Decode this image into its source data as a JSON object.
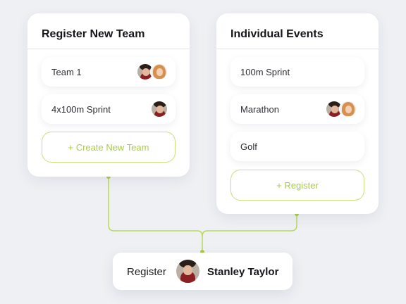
{
  "register_team": {
    "title": "Register New Team",
    "items": [
      {
        "label": "Team 1",
        "avatars": [
          "boy",
          "girl"
        ]
      },
      {
        "label": "4x100m Sprint",
        "avatars": [
          "boy"
        ]
      }
    ],
    "create_label": "+ Create New Team"
  },
  "individual_events": {
    "title": "Individual Events",
    "items": [
      {
        "label": "100m Sprint",
        "avatars": []
      },
      {
        "label": "Marathon",
        "avatars": [
          "boy",
          "girl"
        ]
      },
      {
        "label": "Golf",
        "avatars": []
      }
    ],
    "register_label": "+ Register"
  },
  "bottom": {
    "label": "Register",
    "name": "Stanley Taylor"
  },
  "colors": {
    "accent": "#a8cc47",
    "background": "#eef0f4"
  }
}
